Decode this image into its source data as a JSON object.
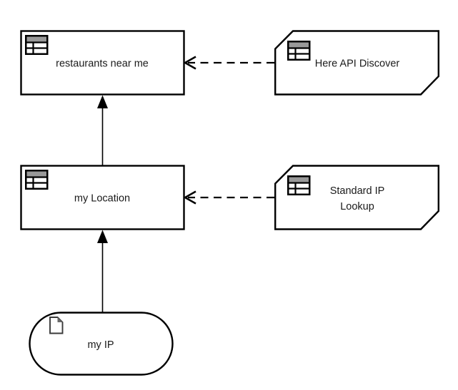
{
  "diagram": {
    "background_color": "#ffffff",
    "node_fill_color": "#ffffff",
    "node_border_color": "#000000",
    "text_color": "#1a1a1a",
    "table_icon_header_color": "#999999",
    "nodes": [
      {
        "id": "restaurants-near-me",
        "label": "restaurants near me",
        "shape": "rectangle",
        "icon": "table-icon"
      },
      {
        "id": "here-api-discover",
        "label": "Here API Discover",
        "shape": "cut-corner-panel",
        "icon": "table-icon"
      },
      {
        "id": "my-location",
        "label": "my Location",
        "shape": "rectangle",
        "icon": "table-icon"
      },
      {
        "id": "standard-ip-lookup",
        "label": "Standard IP Lookup",
        "label_lines": [
          "Standard IP",
          "Lookup"
        ],
        "shape": "cut-corner-panel",
        "icon": "table-icon"
      },
      {
        "id": "my-ip",
        "label": "my IP",
        "shape": "stadium",
        "icon": "document-icon"
      }
    ],
    "edges": [
      {
        "from": "my-location",
        "to": "restaurants-near-me",
        "line_style": "solid",
        "arrowhead": "filled-triangle",
        "direction": "up"
      },
      {
        "from": "my-ip",
        "to": "my-location",
        "line_style": "solid",
        "arrowhead": "filled-triangle",
        "direction": "up"
      },
      {
        "from": "here-api-discover",
        "to": "restaurants-near-me",
        "line_style": "dashed",
        "arrowhead": "open-arrow",
        "direction": "left"
      },
      {
        "from": "standard-ip-lookup",
        "to": "my-location",
        "line_style": "dashed",
        "arrowhead": "open-arrow",
        "direction": "left"
      }
    ]
  }
}
